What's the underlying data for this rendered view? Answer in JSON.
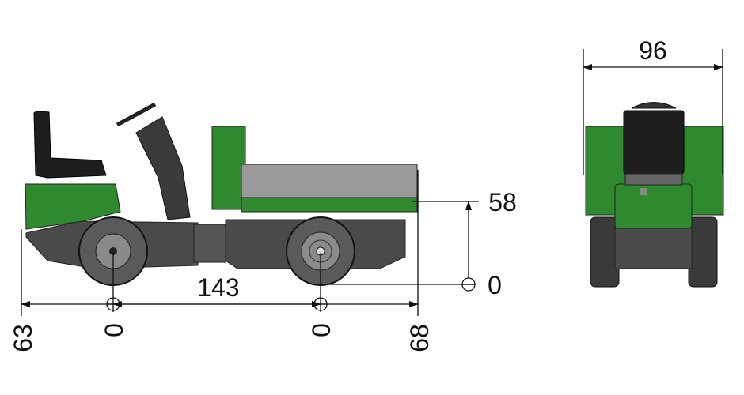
{
  "side_view": {
    "wheelbase_label": "143",
    "rear_overhang_label": "63",
    "front_overhang_label": "68",
    "rear_axle_datum_label": "0",
    "front_axle_datum_label": "0",
    "deck_height_label": "58",
    "ground_datum_label": "0"
  },
  "front_view": {
    "width_label": "96"
  },
  "colors": {
    "body_green": "#2f8a2f",
    "chassis_gray": "#4a4a4a",
    "deck_gray": "#9a9a9a",
    "seat_black": "#1e1e1e"
  }
}
